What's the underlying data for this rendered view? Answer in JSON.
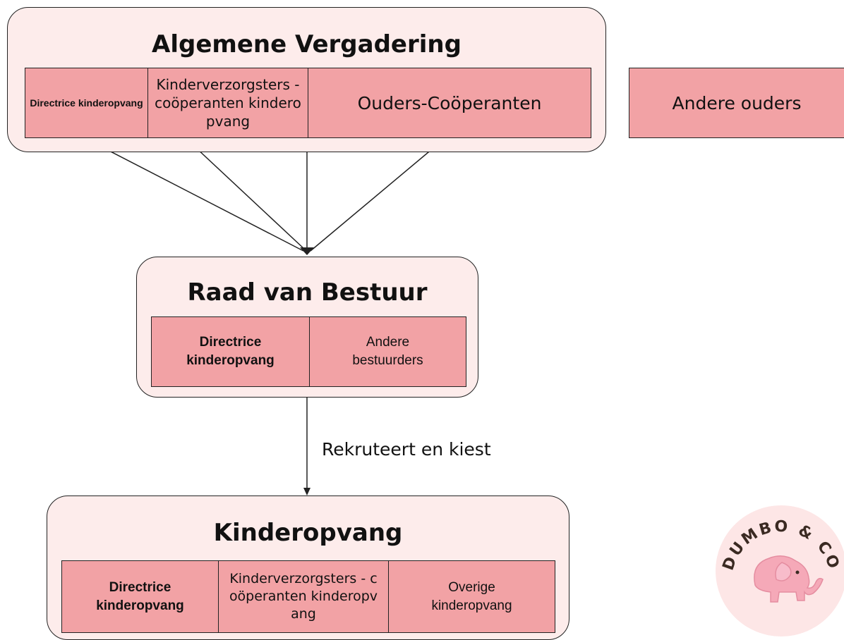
{
  "general_assembly": {
    "title": "Algemene Vergadering",
    "members": [
      {
        "label": "Directrice kinderopvang"
      },
      {
        "label": "Kinderverzorgsters - coöperanten kinderopvang"
      },
      {
        "label": "Ouders-Coöperanten"
      }
    ],
    "external_member": "Andere ouders"
  },
  "board": {
    "title": "Raad van Bestuur",
    "members": [
      {
        "label": "Directrice kinderopvang"
      },
      {
        "label": "Andere bestuurders"
      }
    ]
  },
  "board_to_childcare_label": "Rekruteert en kiest",
  "childcare": {
    "title": "Kinderopvang",
    "members": [
      {
        "label": "Directrice kinderopvang"
      },
      {
        "label": "Kinderverzorgsters - coöperanten kinderopvang"
      },
      {
        "label": "Overige kinderopvang"
      }
    ]
  },
  "logo": {
    "text": "DUMBO & CO",
    "icon": "elephant-icon",
    "colors": {
      "badge": "#fde6e6",
      "elephant": "#f5a9b8",
      "text": "#3a2a22"
    }
  },
  "colors": {
    "container_fill": "#fdeceb",
    "cell_fill": "#f2a2a5",
    "stroke": "#222222"
  }
}
